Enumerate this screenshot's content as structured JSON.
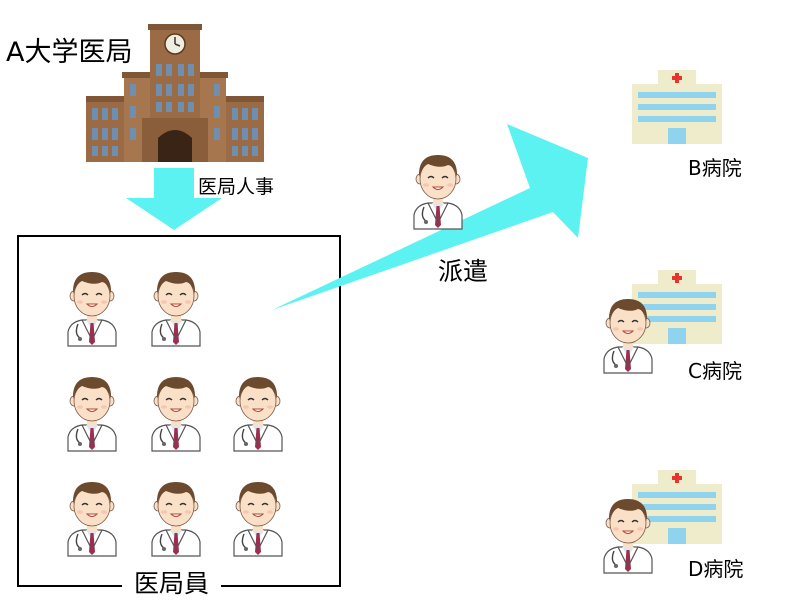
{
  "diagram": {
    "title": "A大学医局",
    "personnel_label": "医局人事",
    "box_label": "医局員",
    "dispatch_label": "派遣",
    "hospitals": [
      {
        "label": "B病院"
      },
      {
        "label": "C病院"
      },
      {
        "label": "D病院"
      }
    ],
    "colors": {
      "arrow": "#5cf2f2",
      "building_brick": "#9a6b45",
      "building_window": "#6f8fb0",
      "hospital_wall": "#eeeccb",
      "hospital_stripe": "#8fd3ee",
      "hospital_cross": "#e8342f",
      "doctor_hair": "#6b4a2e",
      "doctor_skin": "#fbe0c8",
      "doctor_tie": "#9b2f4f"
    },
    "icons": [
      "university-building-icon",
      "hospital-icon",
      "doctor-icon"
    ]
  }
}
